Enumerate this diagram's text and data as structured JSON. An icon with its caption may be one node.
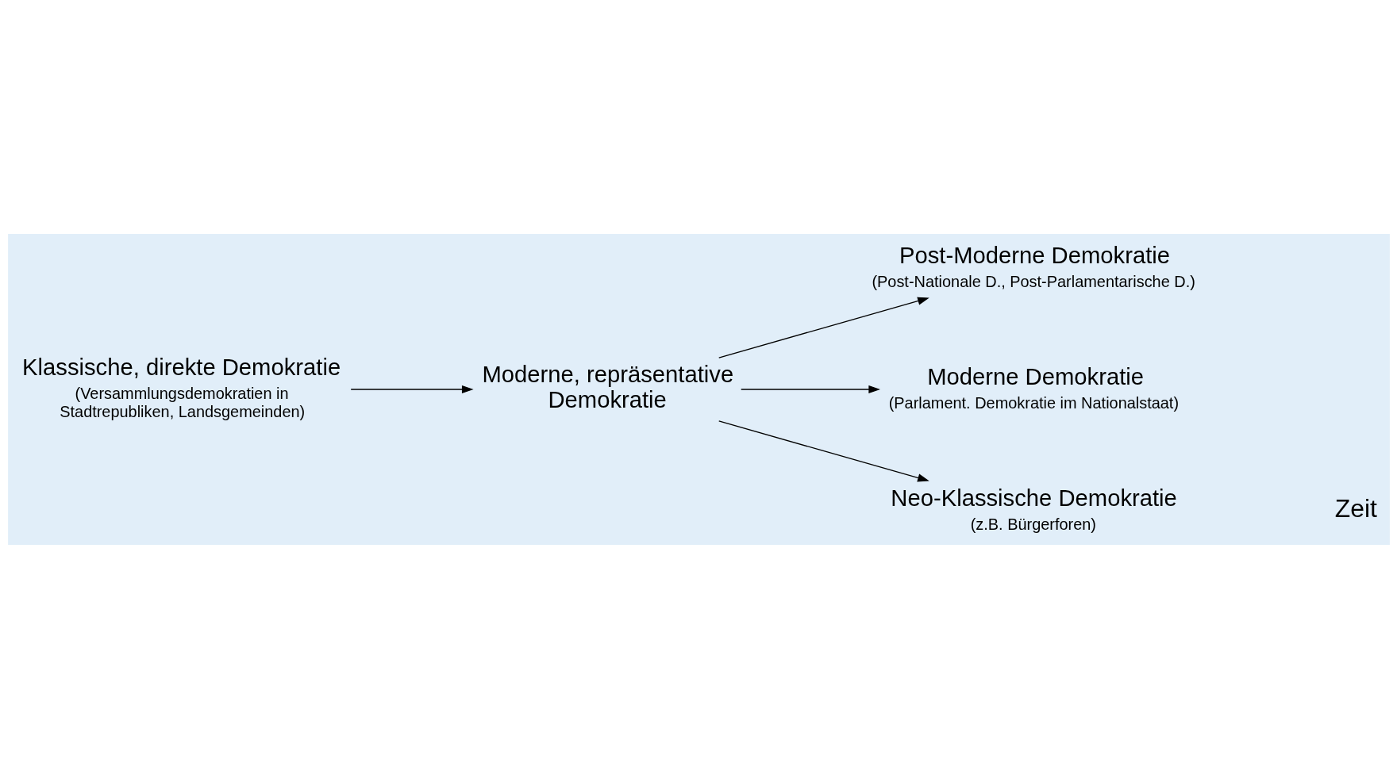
{
  "diagram": {
    "nodes": [
      {
        "text": [
          "Klassische, direkte Demokratie",
          "(Versammlungsdemokratien in Stadtrepubliken, Landsgemeinden)"
        ]
      },
      {
        "text": [
          "Moderne, repräsentative Demokratie"
        ]
      },
      {
        "text": [
          "Post-Moderne Demokratie",
          "(Post-Nationale D., Post-Parlamentarische D.)"
        ]
      },
      {
        "text": [
          "Moderne Demokratie",
          "(Parlament. Demokratie im Nationalstaat)"
        ]
      },
      {
        "text": [
          "Neo-Klassische Demokratie",
          "(z.B. Bürgerforen)"
        ]
      }
    ],
    "edges": [
      {
        "from": 0,
        "to": 1,
        "arrow": "to"
      },
      {
        "from": 1,
        "to": 2,
        "arrow": "to"
      },
      {
        "from": 1,
        "to": 3,
        "arrow": "to"
      },
      {
        "from": 1,
        "to": 4,
        "arrow": "to"
      }
    ],
    "labels": [
      "Zeit"
    ]
  }
}
